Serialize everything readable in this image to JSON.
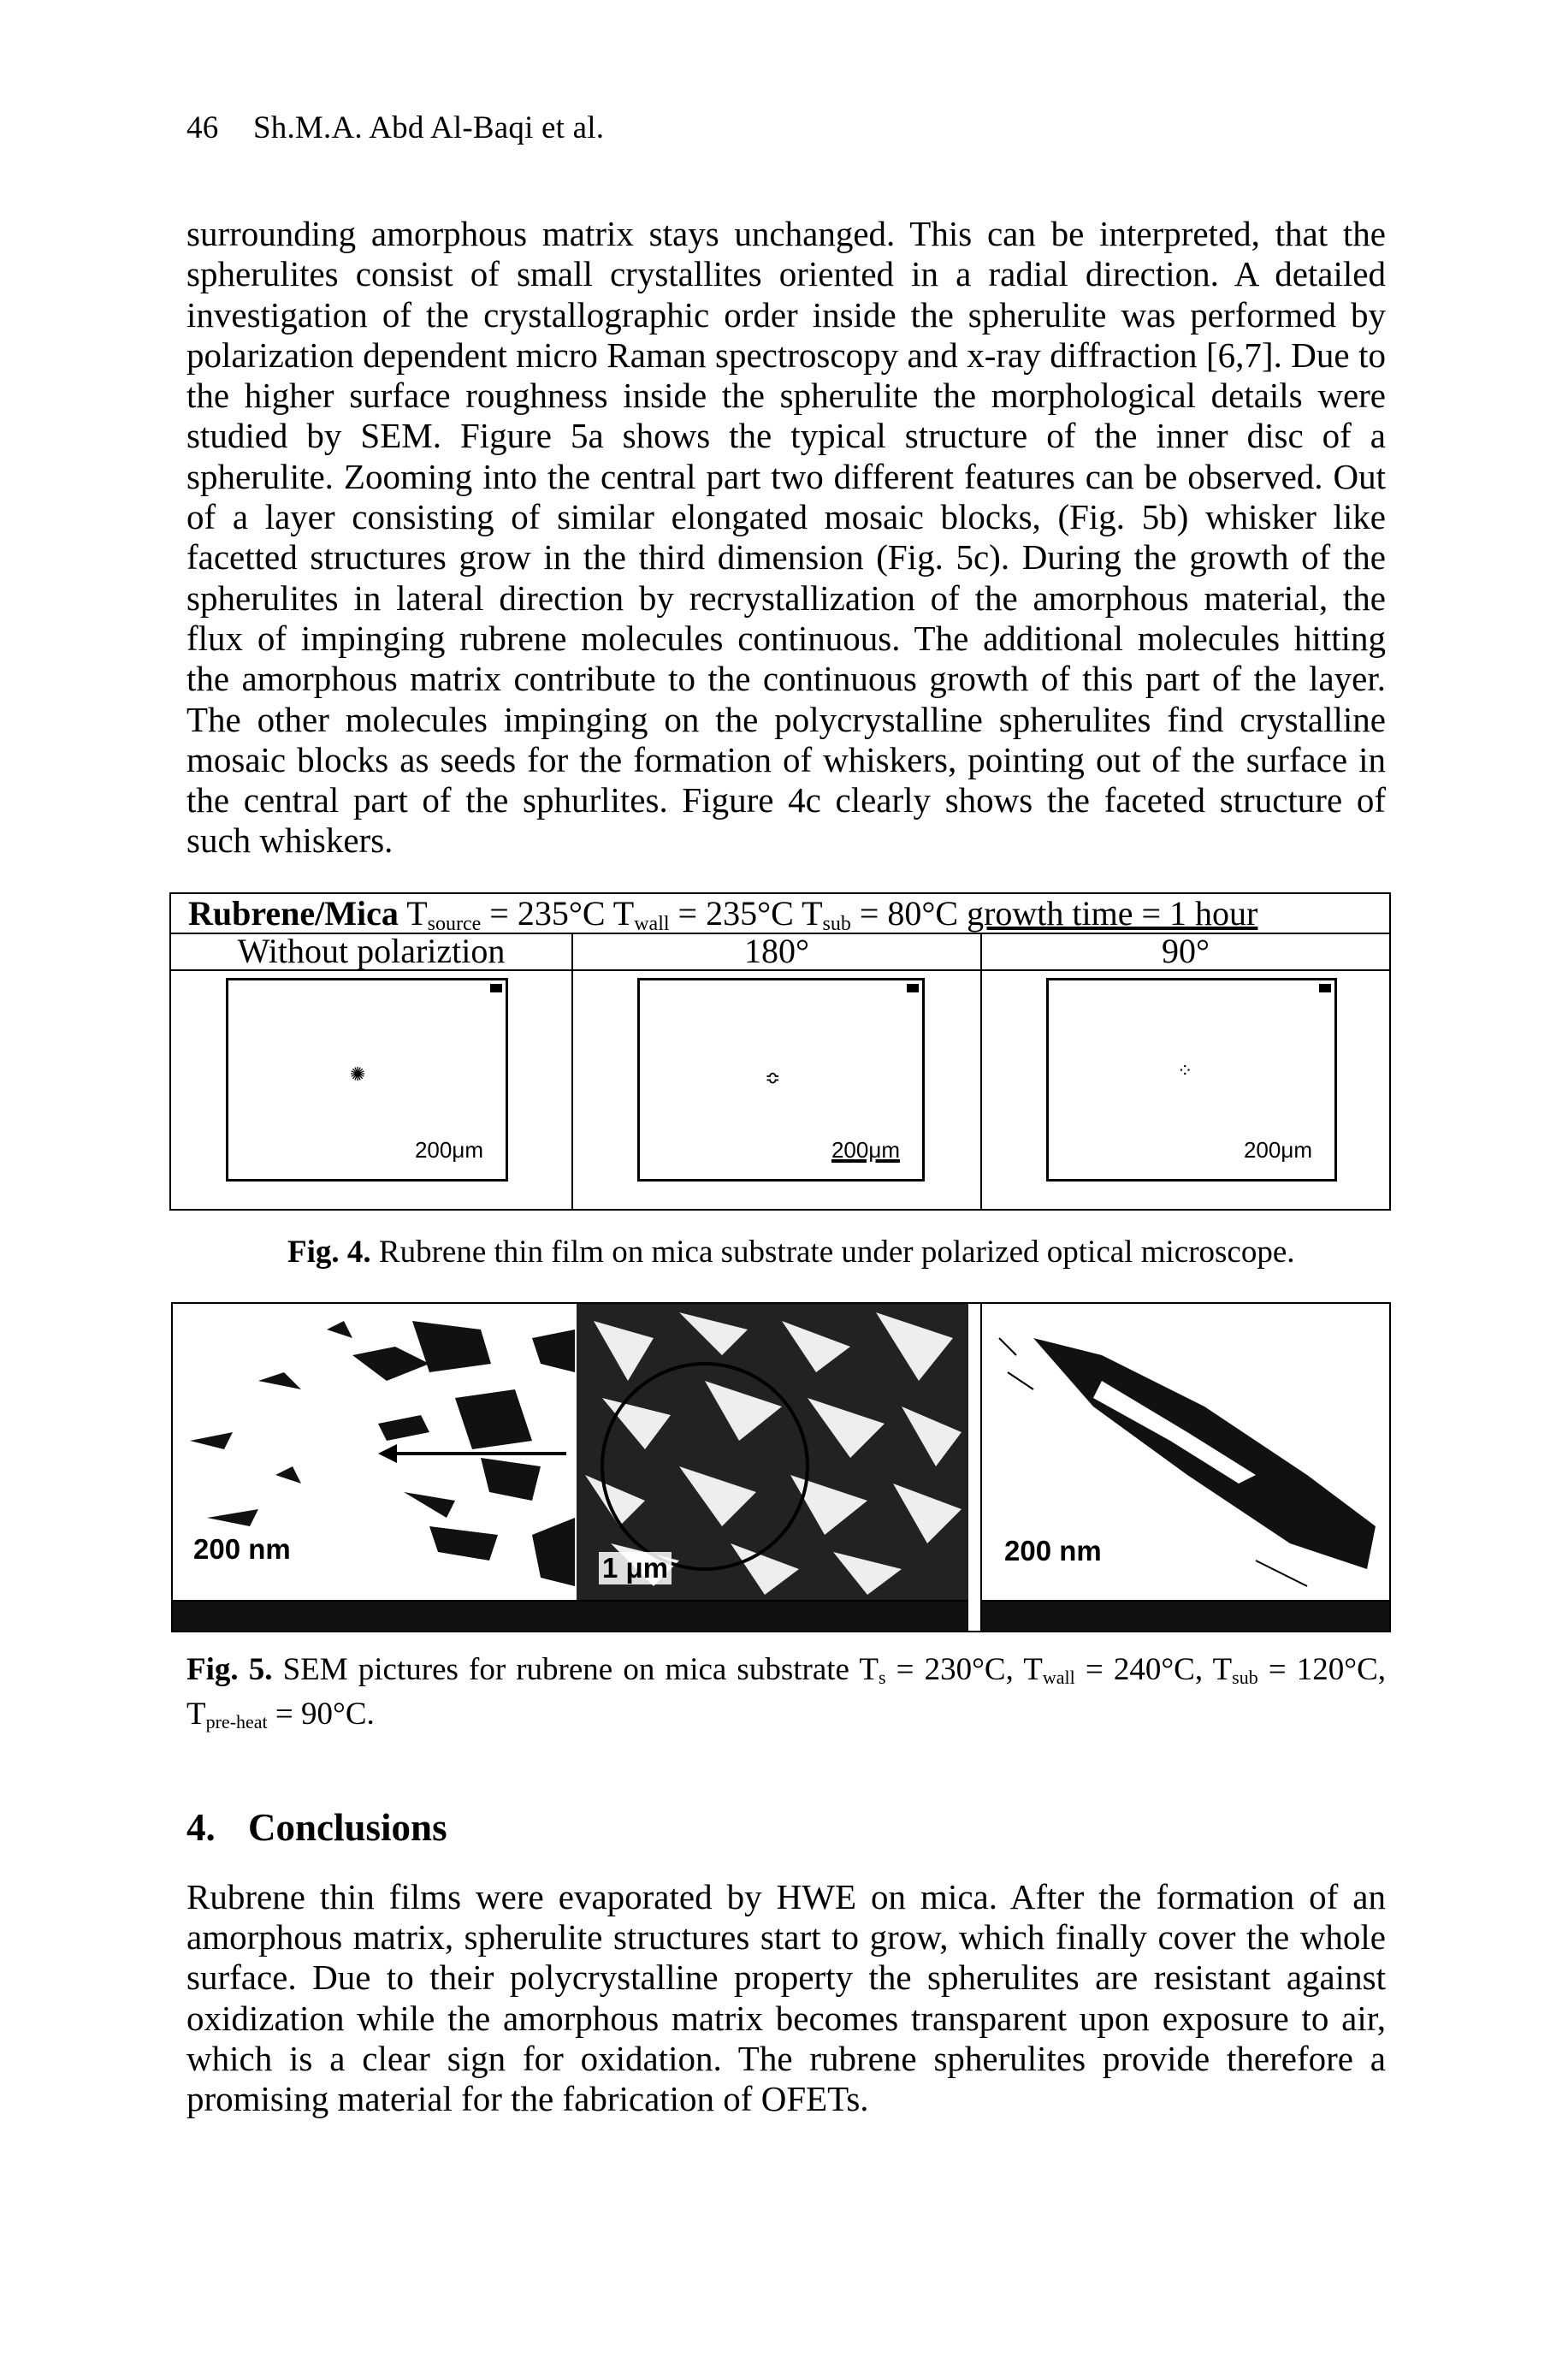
{
  "header": {
    "page_number": "46",
    "authors": "Sh.M.A. Abd Al-Baqi et al."
  },
  "para1": "surrounding amorphous matrix stays unchanged. This can be interpreted, that the spherulites consist of small crystallites oriented in a radial direction. A detailed investigation of the crystallographic order inside the spherulite was performed by polarization dependent micro Raman spectroscopy and x-ray diffraction [6,7]. Due to the higher surface roughness inside the spherulite the morphological details were studied by SEM. Figure 5a shows the typical structure of the inner disc of a spherulite. Zooming into the central part two different features can be observed. Out of a layer consisting of similar elongated mosaic blocks, (Fig. 5b) whisker like facetted structures grow in the third dimension (Fig. 5c). During the growth of the spherulites in lateral direction by recrystallization of the amorphous material, the flux of impinging rubrene molecules continuous. The additional molecules hitting the amorphous matrix contribute to the continuous growth of this part of the layer. The other molecules impinging on the polycrystalline spherulites find crystalline mosaic blocks as seeds for the formation of whiskers, pointing out of the surface in the central part of the sphurlites. Figure 4c clearly shows the faceted structure of such whiskers.",
  "fig4": {
    "row1": {
      "material": "Rubrene/Mica",
      "t_source_sym": "T",
      "t_source_sub": "source",
      "t_source_val": " = 235°C ",
      "t_wall_sym": "T",
      "t_wall_sub": "wall",
      "t_wall_val": " = 235°C ",
      "t_sub_sym": "T",
      "t_sub_sub": "sub",
      "t_sub_val": " = 80°C ",
      "growth": "growth time = 1 hour"
    },
    "columns": [
      "Without polariztion",
      "180°",
      "90°"
    ],
    "scale_labels": [
      "200μm",
      "200μm",
      "200μm"
    ],
    "caption_label": "Fig. 4.",
    "caption_text": " Rubrene thin film on mica substrate under polarized optical microscope."
  },
  "fig5": {
    "labels": [
      "200 nm",
      "1 μm",
      "200 nm"
    ],
    "caption_label": "Fig. 5.",
    "caption_text_1": " SEM pictures for rubrene on mica substrate T",
    "ts_sub": "s",
    "caption_text_2": " = 230°C, T",
    "twall_sub": "wall",
    "caption_text_3": " = 240°C, T",
    "tsub_sub": "sub",
    "caption_text_4": " = 120°C, T",
    "tpre_sub": "pre-heat",
    "caption_text_5": " = 90°C."
  },
  "section": {
    "number": "4.",
    "title": "Conclusions"
  },
  "para2": "Rubrene thin films were evaporated by HWE on mica. After the formation of an amorphous matrix, spherulite structures start to grow, which finally cover the whole surface. Due to their polycrystalline property the spherulites are resistant against oxidization while the amorphous matrix becomes transparent upon exposure to air, which is a clear sign for oxidation. The rubrene spherulites provide therefore a promising material for the fabrication of OFETs."
}
